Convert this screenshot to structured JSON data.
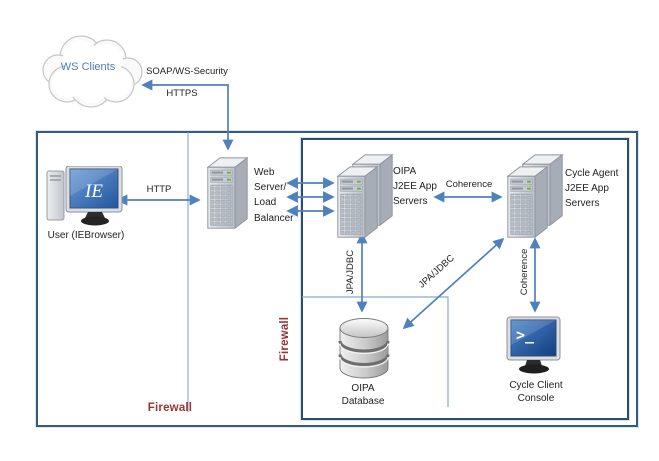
{
  "colors": {
    "accent_arrow": "#4f81bd",
    "outer_border": "#35597f",
    "inner_border": "#2d4b70",
    "firewall_text": "#943634",
    "cloud_text": "#4f7fa9",
    "label_text": "#1f1f1f",
    "led_green": "#66b32e"
  },
  "cloud": {
    "label": "WS Clients"
  },
  "connections": {
    "soap": {
      "label_top": "SOAP/WS-Security",
      "label_bottom": "HTTPS"
    },
    "http": {
      "label": "HTTP"
    },
    "coherence_h": {
      "label": "Coherence"
    },
    "coherence_v": {
      "label": "Coherence"
    },
    "jpa_v": {
      "label": "JPA/JDBC"
    },
    "jpa_diag": {
      "label": "JPA/JDBC"
    }
  },
  "nodes": {
    "user": {
      "label": "User (IEBrowser)",
      "screen_text": "IE"
    },
    "web_server": {
      "lines": [
        "Web",
        "Server/",
        "Load",
        "Balancer"
      ]
    },
    "oipa_app": {
      "lines": [
        "OIPA",
        "J2EE App",
        "Servers"
      ]
    },
    "cycle_agent": {
      "lines": [
        "Cycle Agent",
        "J2EE App",
        "Servers"
      ]
    },
    "database": {
      "lines": [
        "OIPA",
        "Database"
      ]
    },
    "console": {
      "lines": [
        "Cycle Client",
        "Console"
      ],
      "screen_text": ">_"
    }
  },
  "zones": {
    "outer_firewall": "Firewall",
    "inner_firewall": "Firewall"
  }
}
